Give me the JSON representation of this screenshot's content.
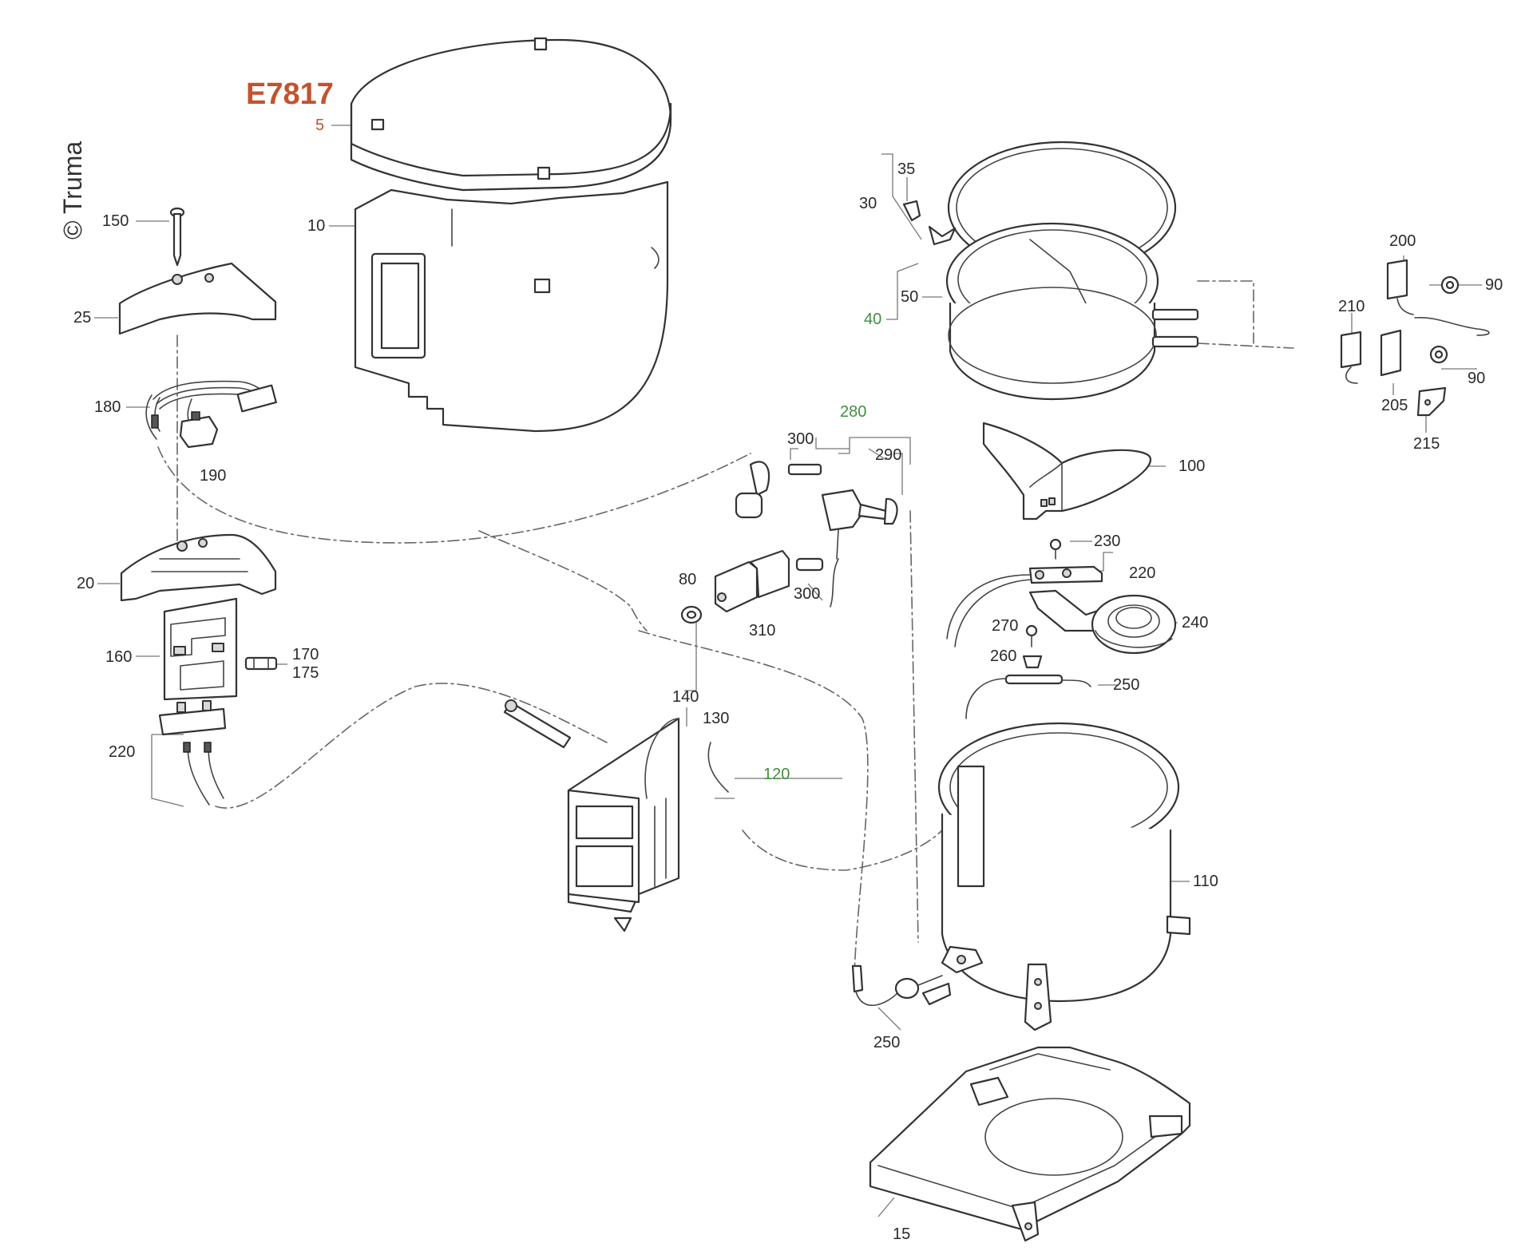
{
  "diagram_id": "E7817",
  "copyright": "© Truma",
  "colors": {
    "title": "#c4522f",
    "red_label": "#c4522f",
    "green_label": "#3f8f3f",
    "line": "#333333"
  },
  "labels": {
    "l5": "5",
    "l10": "10",
    "l15": "15",
    "l20": "20",
    "l25": "25",
    "l30": "30",
    "l35": "35",
    "l40": "40",
    "l50": "50",
    "l80": "80",
    "l90a": "90",
    "l90b": "90",
    "l100": "100",
    "l110": "110",
    "l120": "120",
    "l130": "130",
    "l140": "140",
    "l150": "150",
    "l160": "160",
    "l170": "170",
    "l175": "175",
    "l180": "180",
    "l190": "190",
    "l200": "200",
    "l205": "205",
    "l210": "210",
    "l215": "215",
    "l220a": "220",
    "l220b": "220",
    "l230": "230",
    "l240": "240",
    "l250a": "250",
    "l250b": "250",
    "l260": "260",
    "l270": "270",
    "l280": "280",
    "l290": "290",
    "l300a": "300",
    "l300b": "300",
    "l310": "310"
  }
}
